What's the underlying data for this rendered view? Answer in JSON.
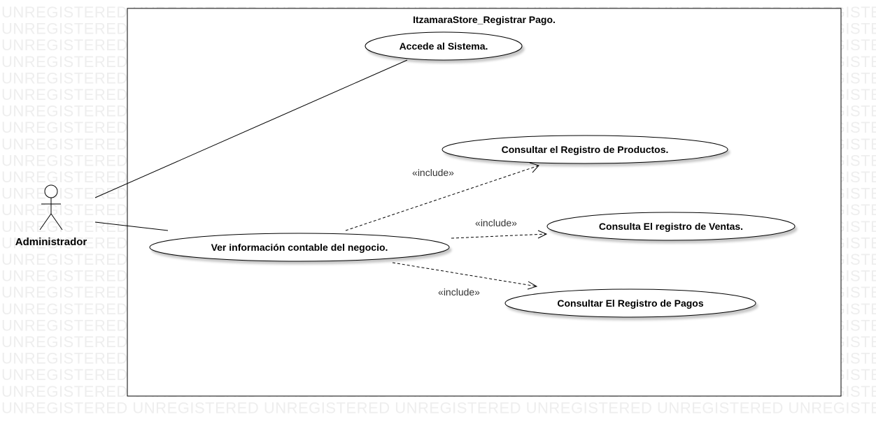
{
  "watermark": {
    "text": "UNREGISTERED",
    "color": "#eeeeee"
  },
  "system": {
    "title": "ItzamaraStore_Registrar Pago."
  },
  "actor": {
    "name": "Administrador"
  },
  "use_cases": [
    {
      "id": "uc-access",
      "label": "Accede al Sistema."
    },
    {
      "id": "uc-products",
      "label": "Consultar el Registro de Productos."
    },
    {
      "id": "uc-sales",
      "label": "Consulta El registro de Ventas."
    },
    {
      "id": "uc-accounting",
      "label": "Ver información contable del negocio."
    },
    {
      "id": "uc-payments",
      "label": "Consultar El Registro de Pagos"
    }
  ],
  "relations": [
    {
      "type": "association",
      "from": "Administrador",
      "to": "Accede al Sistema."
    },
    {
      "type": "association",
      "from": "Administrador",
      "to": "Ver información contable del negocio."
    },
    {
      "type": "include",
      "label": "«include»",
      "from": "Ver información contable del negocio.",
      "to": "Consultar el Registro de Productos."
    },
    {
      "type": "include",
      "label": "«include»",
      "from": "Ver información contable del negocio.",
      "to": "Consulta El registro de Ventas."
    },
    {
      "type": "include",
      "label": "«include»",
      "from": "Ver información contable del negocio.",
      "to": "Consultar El Registro de Pagos"
    }
  ]
}
